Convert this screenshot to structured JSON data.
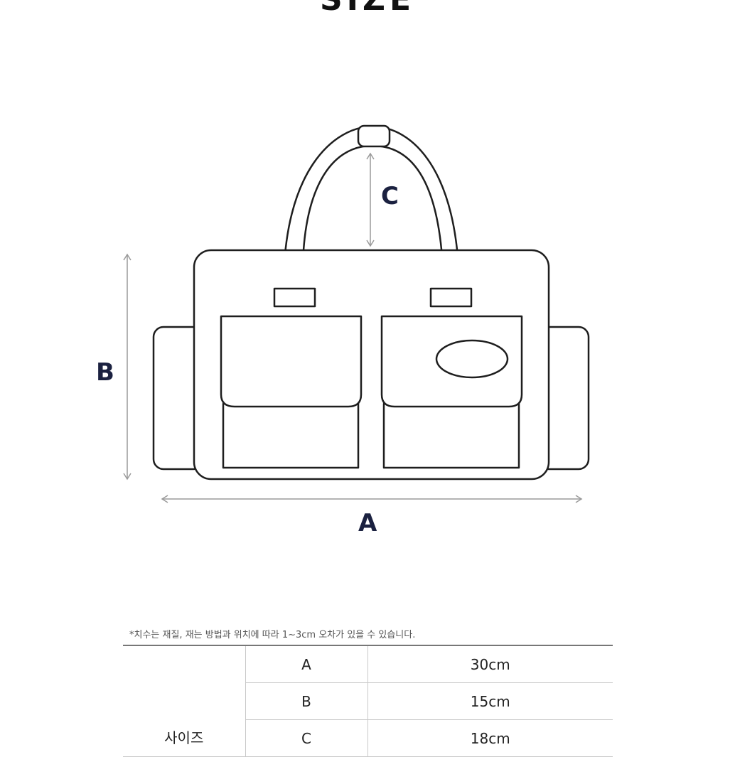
{
  "header": {
    "title": "SIZE"
  },
  "diagram": {
    "labels": {
      "a": "A",
      "b": "B",
      "c": "C"
    },
    "line_color": "#1e1e1e",
    "arrow_color": "#9a9a9a",
    "label_color": "#1b2140"
  },
  "note": "*치수는 재질, 재는 방법과 위치에 따라 1~3cm 오차가 있을 수 있습니다.",
  "table": {
    "row_header": "사이즈",
    "rows": [
      {
        "key": "A",
        "value": "30cm"
      },
      {
        "key": "B",
        "value": "15cm"
      },
      {
        "key": "C",
        "value": "18cm"
      }
    ]
  }
}
